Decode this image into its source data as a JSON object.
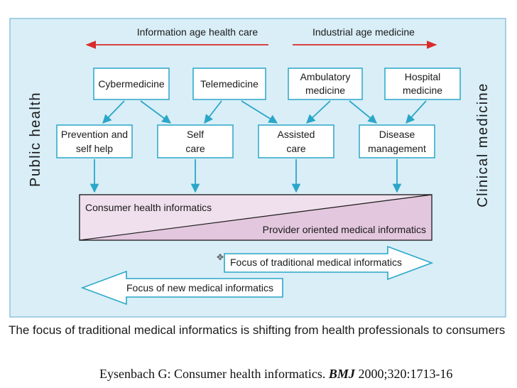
{
  "colors": {
    "panel_bg": "#d9eef7",
    "panel_border": "#8fc4dc",
    "box_fill": "#ffffff",
    "box_border": "#2aa6c8",
    "arrow_red": "#d92b2b",
    "arrow_teal": "#2aa6c8",
    "informatics_fill": "#e3c7de",
    "text": "#1a1a1a"
  },
  "diagram": {
    "top_left_label": "Information age health care",
    "top_right_label": "Industrial age medicine",
    "side_left_label": "Public health",
    "side_right_label": "Clinical medicine",
    "top_boxes": [
      {
        "id": "cyber",
        "lines": [
          "Cybermedicine"
        ]
      },
      {
        "id": "tele",
        "lines": [
          "Telemedicine"
        ]
      },
      {
        "id": "ambulatory",
        "lines": [
          "Ambulatory",
          "medicine"
        ]
      },
      {
        "id": "hospital",
        "lines": [
          "Hospital",
          "medicine"
        ]
      }
    ],
    "mid_boxes": [
      {
        "id": "prevention",
        "lines": [
          "Prevention and",
          "self help"
        ]
      },
      {
        "id": "selfcare",
        "lines": [
          "Self",
          "care"
        ]
      },
      {
        "id": "assisted",
        "lines": [
          "Assisted",
          "care"
        ]
      },
      {
        "id": "disease",
        "lines": [
          "Disease",
          "management"
        ]
      }
    ],
    "informatics_top_label": "Consumer health informatics",
    "informatics_bottom_label": "Provider oriented medical informatics",
    "arrow_right_label": "Focus of traditional medical informatics",
    "arrow_left_label": "Focus of new medical informatics"
  },
  "caption": "The focus of traditional medical informatics is shifting from health professionals to consumers",
  "citation": {
    "prefix": "Eysenbach G: Consumer health informatics. ",
    "journal": "BMJ",
    "suffix": " 2000;320:1713-16"
  }
}
